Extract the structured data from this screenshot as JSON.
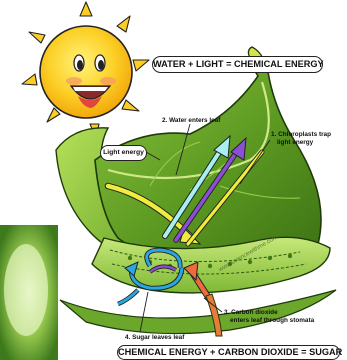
{
  "equations": {
    "top": "WATER + LIGHT = CHEMICAL ENERGY",
    "bottom": "CHEMICAL ENERGY + CARBON DIOXIDE = SUGAR"
  },
  "labels": {
    "light_energy": "Light energy",
    "water": "2. Water enters leaf",
    "chloroplasts_line1": "1. Chloroplasts trap",
    "chloroplasts_line2": "light energy",
    "co2_line1": "3. Carbon dioxide",
    "co2_line2": "enters leaf through stomata",
    "sugar": "4. Sugar leaves leaf"
  },
  "watermark": "www.sciencewithme.com",
  "colors": {
    "sun": "#fccd22",
    "leaf_dark": "#4f8a1a",
    "leaf_light": "#9cd046",
    "water_arrow": "#a8eff0",
    "chloroplast_arrow": "#8a4fd2",
    "light_arrow": "#f0ec3e",
    "co2_arrow": "#ee6a3a",
    "sugar_arrow": "#2aa6e0"
  }
}
